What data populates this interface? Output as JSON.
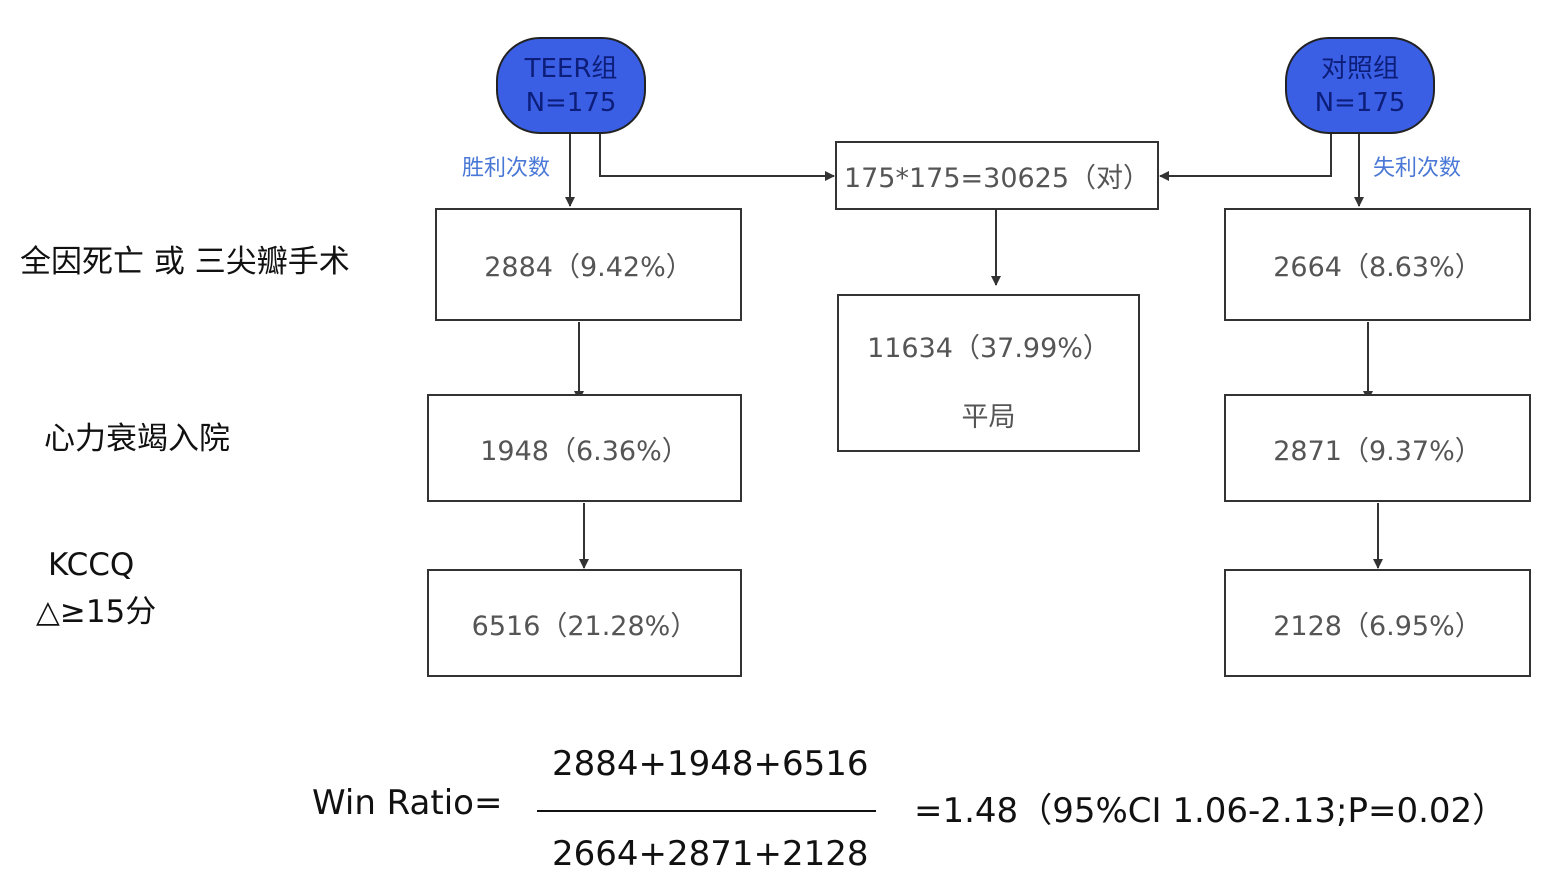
{
  "colors": {
    "group_fill": "#3a5fe5",
    "edge_label": "#4a78d6",
    "line": "#333333"
  },
  "groups": {
    "teer": {
      "name": "TEER组",
      "n": "N=175"
    },
    "control": {
      "name": "对照组",
      "n": "N=175"
    }
  },
  "edge_labels": {
    "wins": "胜利次数",
    "losses": "失利次数"
  },
  "pairs_box": "175*175=30625（对）",
  "tie_box": {
    "value": "11634（37.99%）",
    "label": "平局"
  },
  "row_labels": {
    "row1": "全因死亡 或 三尖瓣手术",
    "row2": "心力衰竭入院",
    "row3_line1": "KCCQ",
    "row3_line2": "△≥15分"
  },
  "teer_boxes": [
    "2884（9.42%）",
    "1948（6.36%）",
    "6516（21.28%）"
  ],
  "control_boxes": [
    "2664（8.63%）",
    "2871（9.37%）",
    "2128（6.95%）"
  ],
  "formula": {
    "label": "Win Ratio=",
    "numerator": "2884+1948+6516",
    "denominator": "2664+2871+2128",
    "result": "=1.48（95%CI 1.06-2.13;P=0.02）"
  }
}
